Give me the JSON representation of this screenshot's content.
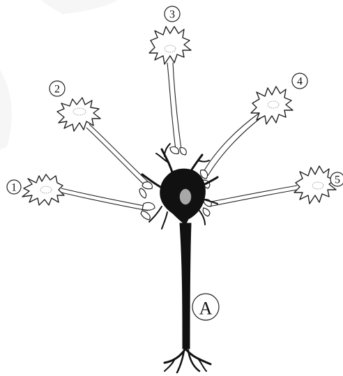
{
  "labels": {
    "neuron_1": "1",
    "neuron_2": "2",
    "neuron_3": "3",
    "neuron_4": "4",
    "neuron_5": "5",
    "neuron_A": "A"
  }
}
